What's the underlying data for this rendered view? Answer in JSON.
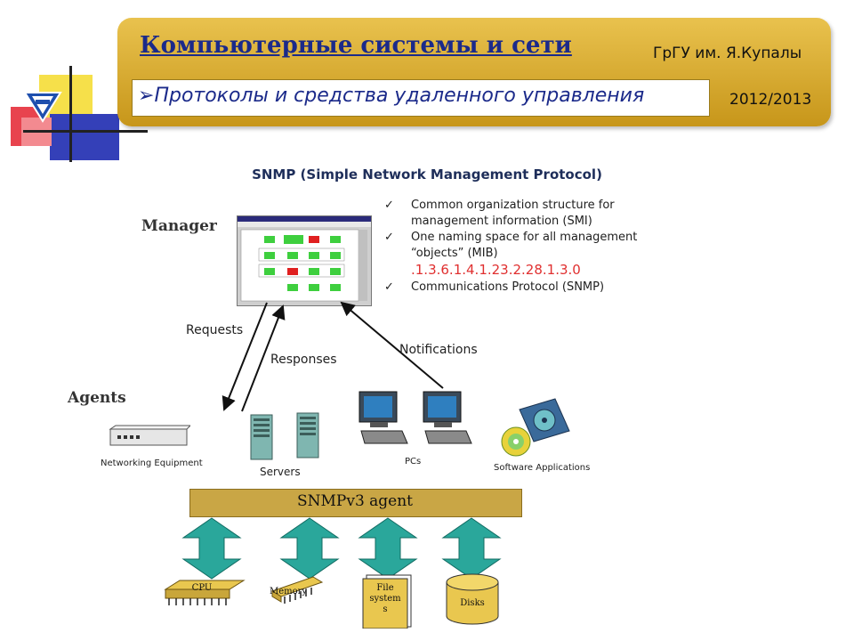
{
  "header": {
    "course_title": "Компьютерные системы и сети",
    "university": "ГрГУ им. Я.Купалы",
    "topic_bullet": "➢",
    "topic": "Протоколы и средства удаленного управления",
    "year": "2012/2013"
  },
  "diagram": {
    "title": "SNMP (Simple Network Management Protocol)",
    "manager_label": "Manager",
    "agents_label": "Agents",
    "arrows": {
      "requests": "Requests",
      "responses": "Responses",
      "notifications": "Notifications"
    },
    "points": [
      {
        "check": "✓",
        "text": "Common organization structure for management information (SMI)",
        "suffix": ""
      },
      {
        "check": "✓",
        "text": "One naming space for all management “objects” (MIB)",
        "suffix": ".1.3.6.1.4.1.23.2.28.1.3.0"
      },
      {
        "check": "✓",
        "text": "Communications Protocol (SNMP)",
        "suffix": ""
      }
    ],
    "devices": {
      "networking": "Networking Equipment",
      "servers": "Servers",
      "pcs": "PCs",
      "software": "Software Applications"
    },
    "agent_bar": "SNMPv3 agent",
    "resources": {
      "cpu": "CPU",
      "memory": "Memory",
      "fs_line1": "File",
      "fs_line2": "system",
      "fs_line3": "s",
      "disks": "Disks"
    }
  },
  "colors": {
    "header_gold": "#d4a52a",
    "title_blue": "#1b2a8a",
    "oid_red": "#e03030",
    "arrow_teal": "#2aa79b",
    "agent_bar": "#c9a645"
  }
}
